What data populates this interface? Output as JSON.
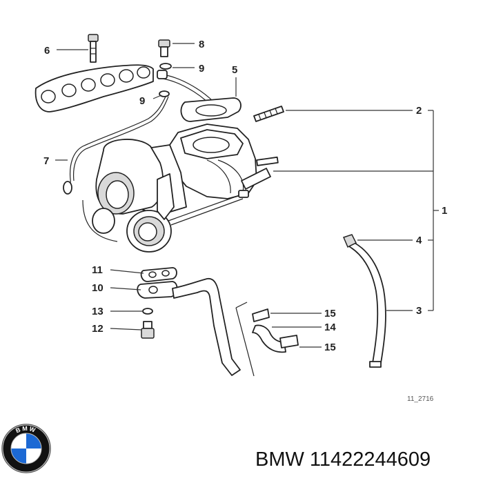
{
  "callouts": {
    "c1": "1",
    "c2": "2",
    "c3": "3",
    "c4": "4",
    "c5": "5",
    "c6": "6",
    "c7": "7",
    "c8": "8",
    "c9a": "9",
    "c9b": "9",
    "c10": "10",
    "c11": "11",
    "c12": "12",
    "c13": "13",
    "c14": "14",
    "c15a": "15",
    "c15b": "15"
  },
  "drawing_ref": "11_2716",
  "brand": {
    "text": "BMW 11422244609",
    "logo_letters": "BMW"
  },
  "colors": {
    "logo_blue": "#1c69d4",
    "logo_black": "#111111",
    "line": "#333333"
  }
}
